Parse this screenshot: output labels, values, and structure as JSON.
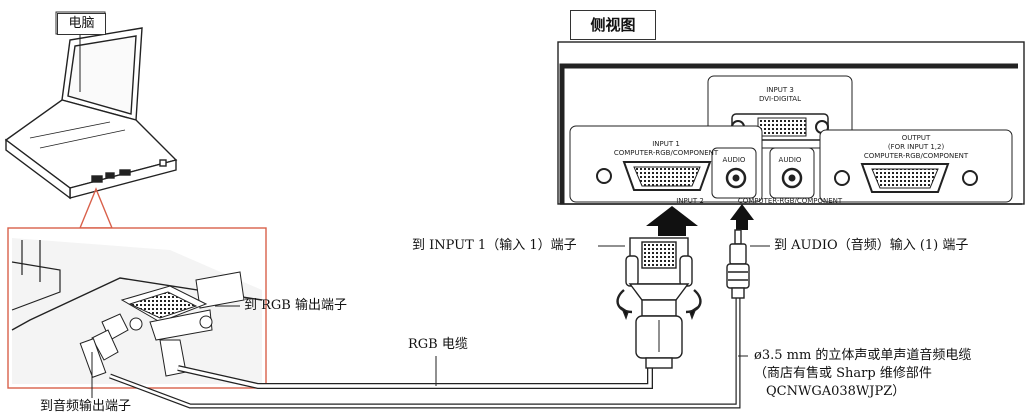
{
  "labels": {
    "computer": "电脑",
    "side_view": "侧视图",
    "input1_port": "到 INPUT 1（输入 1）端子",
    "audio_in": "到 AUDIO（音频）输入 (1) 端子",
    "rgb_out": "到 RGB 输出端子",
    "rgb_cable": "RGB 电缆",
    "audio_cable_line1": "ø3.5 mm 的立体声或单声道音频电缆",
    "audio_cable_line2": "（商店有售或 Sharp 维修部件",
    "audio_cable_line3": "QCNWGA038WJPZ）",
    "audio_out": "到音频输出端子"
  },
  "panel_text": {
    "input3": "INPUT 3",
    "dvi": "DVI-DIGITAL",
    "input1": "INPUT 1",
    "input1_sub": "COMPUTER-RGB/COMPONENT",
    "audio_a": "AUDIO",
    "audio_b": "AUDIO",
    "output": "OUTPUT",
    "output_sub": "(FOR INPUT 1,2)",
    "output_sub2": "COMPUTER-RGB/COMPONENT",
    "input2": "INPUT 2",
    "input2_sub": "COMPUTER-RGB/COMPONENT"
  },
  "colors": {
    "callout": "#d9604a",
    "outline": "#222222",
    "zoom_fill": "#f4f4f4"
  }
}
